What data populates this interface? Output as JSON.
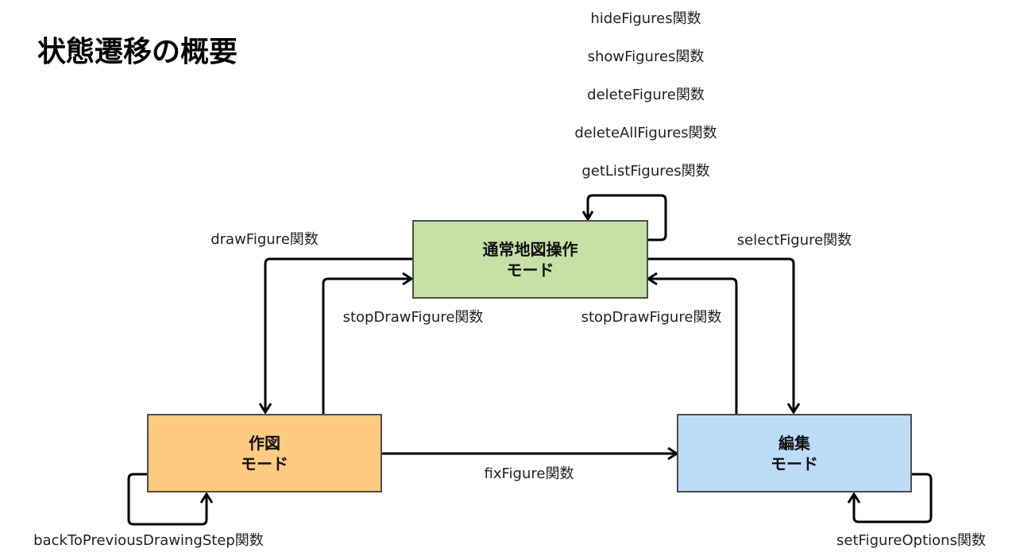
{
  "title": "状態遷移の概要",
  "nodes": {
    "normal": {
      "line1": "通常地図操作",
      "line2": "モード",
      "color": "#c6e0a5"
    },
    "drawing": {
      "line1": "作図",
      "line2": "モード",
      "color": "#fdca82"
    },
    "editing": {
      "line1": "編集",
      "line2": "モード",
      "color": "#bcdcf8"
    }
  },
  "normal_self_loop_labels": [
    "hideFigures関数",
    "showFigures関数",
    "deleteFigure関数",
    "deleteAllFigures関数",
    "getListFigures関数"
  ],
  "transitions": {
    "draw_figure": "drawFigure関数",
    "stop_draw_from_drawing": "stopDrawFigure関数",
    "select_figure": "selectFigure関数",
    "stop_draw_from_editing": "stopDrawFigure関数",
    "fix_figure": "fixFigure関数",
    "back_to_previous_step": "backToPreviousDrawingStep関数",
    "set_figure_options": "setFigureOptions関数"
  }
}
